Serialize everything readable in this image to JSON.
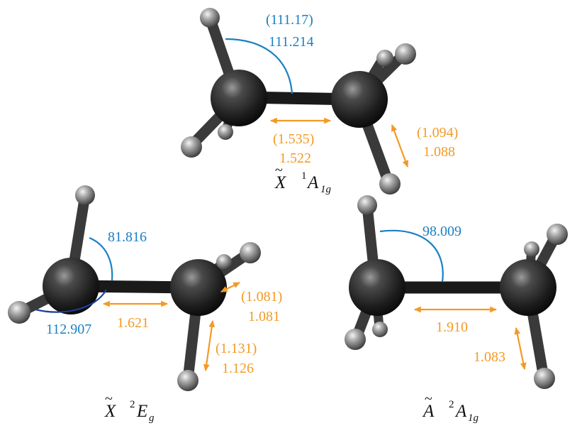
{
  "colors": {
    "angle": "#1a7fc4",
    "angle_dark": "#1f3f9a",
    "length": "#f39a24",
    "carbon": "#2a2a2a",
    "hydrogen": "#9a9a9a",
    "text": "#111111"
  },
  "top": {
    "angle_prev": "(111.17)",
    "angle": "111.214",
    "cc_prev": "(1.535)",
    "cc": "1.522",
    "ch_prev": "(1.094)",
    "ch": "1.088",
    "state": {
      "symbol": "X",
      "mult": "1",
      "term": "A",
      "sub": "1g"
    }
  },
  "left": {
    "angle_top": "81.816",
    "angle_bottom": "112.907",
    "cc": "1.621",
    "ch_short_prev": "(1.081)",
    "ch_short": "1.081",
    "ch_long_prev": "(1.131)",
    "ch_long": "1.126",
    "state": {
      "symbol": "X",
      "mult": "2",
      "term": "E",
      "sub": "g"
    }
  },
  "right": {
    "angle": "98.009",
    "cc": "1.910",
    "ch": "1.083",
    "state": {
      "symbol": "A",
      "mult": "2",
      "term": "A",
      "sub": "1g"
    }
  }
}
